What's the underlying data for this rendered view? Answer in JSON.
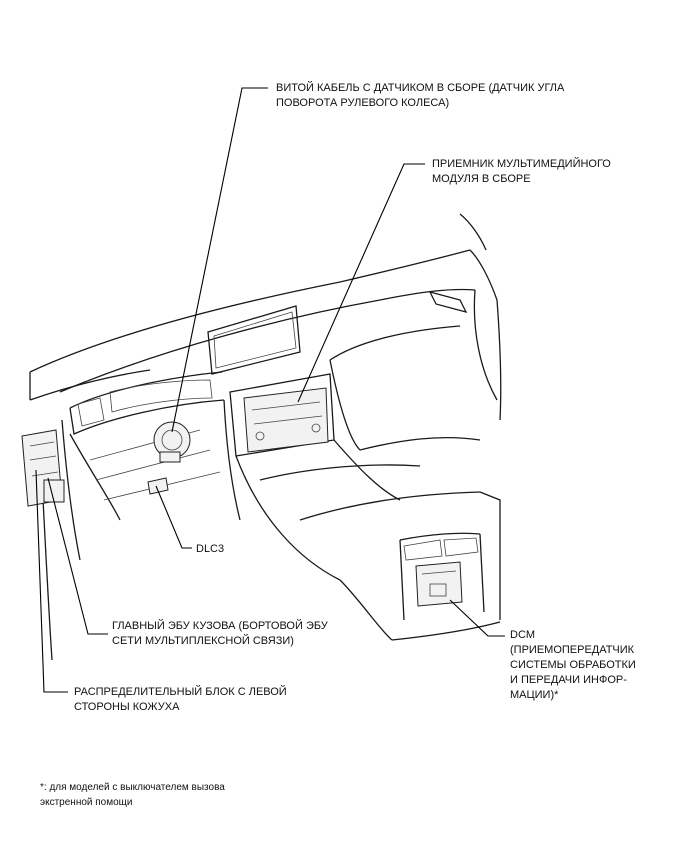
{
  "labels": {
    "spiral_cable": [
      "ВИТОЙ КАБЕЛЬ С ДАТЧИКОМ В СБОРЕ (ДАТЧИК УГЛА",
      "ПОВОРОТА РУЛЕВОГО КОЛЕСА)"
    ],
    "multimedia_receiver": [
      "ПРИЕМНИК МУЛЬТИМЕДИЙНОГО",
      "МОДУЛЯ В СБОРЕ"
    ],
    "dlc3": [
      "DLC3"
    ],
    "main_body_ecu": [
      "ГЛАВНЫЙ ЭБУ КУЗОВА (БОРТОВОЙ ЭБУ",
      "СЕТИ МУЛЬТИПЛЕКСНОЙ СВЯЗИ)"
    ],
    "dcm": [
      "DCM",
      "(ПРИЕМОПЕРЕДАТЧИК",
      "СИСТЕМЫ ОБРАБОТКИ",
      "И ПЕРЕДАЧИ ИНФОР-",
      "МАЦИИ)*"
    ],
    "junction_block": [
      "РАСПРЕДЕЛИТЕЛЬНЫЙ БЛОК С ЛЕВОЙ",
      "СТОРОНЫ КОЖУХА"
    ]
  },
  "footnote": [
    "*: для моделей с выключателем вызова",
    "экстренной помощи"
  ]
}
